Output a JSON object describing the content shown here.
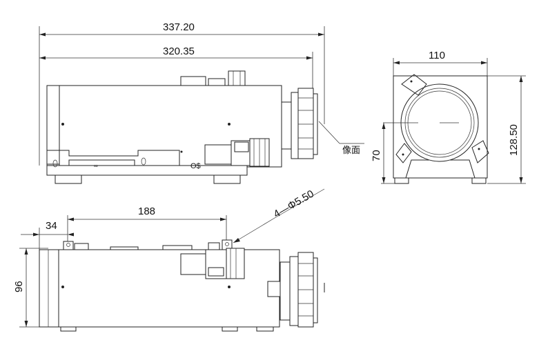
{
  "drawing": {
    "top_view": {
      "overall_length": "337.20",
      "body_length": "320.35",
      "image_plane_label": "像面",
      "symbol": "Θ$"
    },
    "end_view": {
      "width": "110",
      "height": "128.50",
      "axis_height": "70"
    },
    "side_view": {
      "offset": "34",
      "hole_spacing": "188",
      "holes": "4—Φ5.50",
      "height": "96"
    }
  }
}
